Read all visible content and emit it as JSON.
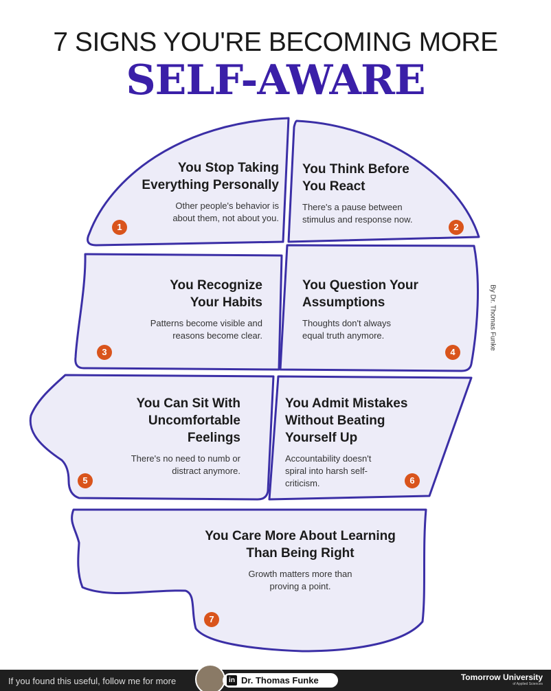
{
  "header": {
    "line1": "7 SIGNS YOU'RE BECOMING MORE",
    "line2": "SELF-AWARE"
  },
  "byline": "By Dr. Thomas Funke",
  "signs": [
    {
      "number": "1",
      "title": "You Stop Taking Everything Personally",
      "text": "Other people's behavior is about them, not about you."
    },
    {
      "number": "2",
      "title": "You Think Before You React",
      "text": "There's a pause between stimulus and response now."
    },
    {
      "number": "3",
      "title": "You Recognize Your Habits",
      "text": "Patterns become visible and reasons become clear."
    },
    {
      "number": "4",
      "title": "You Question Your Assumptions",
      "text": "Thoughts don't always equal truth anymore."
    },
    {
      "number": "5",
      "title": "You Can Sit With Uncomfortable Feelings",
      "text": "There's no need to numb or distract anymore."
    },
    {
      "number": "6",
      "title": "You Admit Mistakes Without Beating Yourself Up",
      "text": "Accountability doesn't spiral into harsh self-criticism."
    },
    {
      "number": "7",
      "title": "You Care More About Learning Than Being Right",
      "text": "Growth matters more than proving a point."
    }
  ],
  "footer": {
    "cta": "If you found this useful, follow me for more",
    "linkedin_icon": "in",
    "linkedin_name": "Dr. Thomas Funke",
    "brand": "Tomorrow University",
    "brand_sub": "of Applied Sciences"
  },
  "colors": {
    "accent": "#3a1fa8",
    "badge": "#d9541c",
    "fill": "#edecf8"
  }
}
